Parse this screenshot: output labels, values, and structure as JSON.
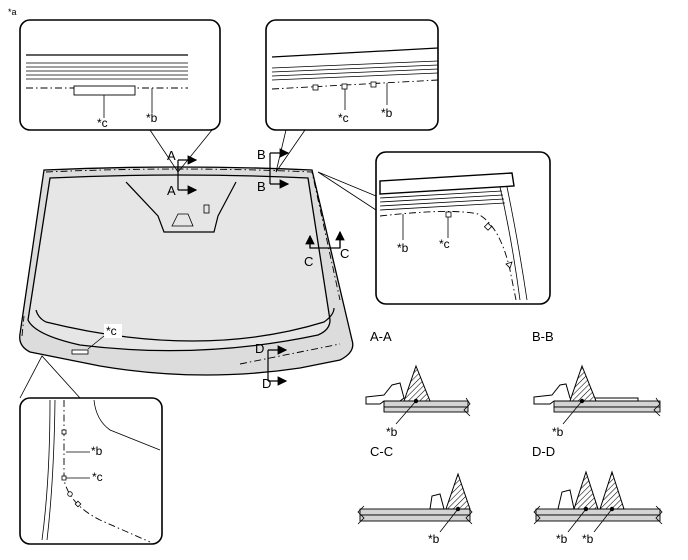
{
  "figure_marker": "*a",
  "markers": {
    "b": "*b",
    "c": "*c"
  },
  "sections": {
    "A": "A",
    "B": "B",
    "C": "C",
    "D": "D",
    "AA": "A-A",
    "BB": "B-B",
    "CC": "C-C",
    "DD": "D-D"
  }
}
